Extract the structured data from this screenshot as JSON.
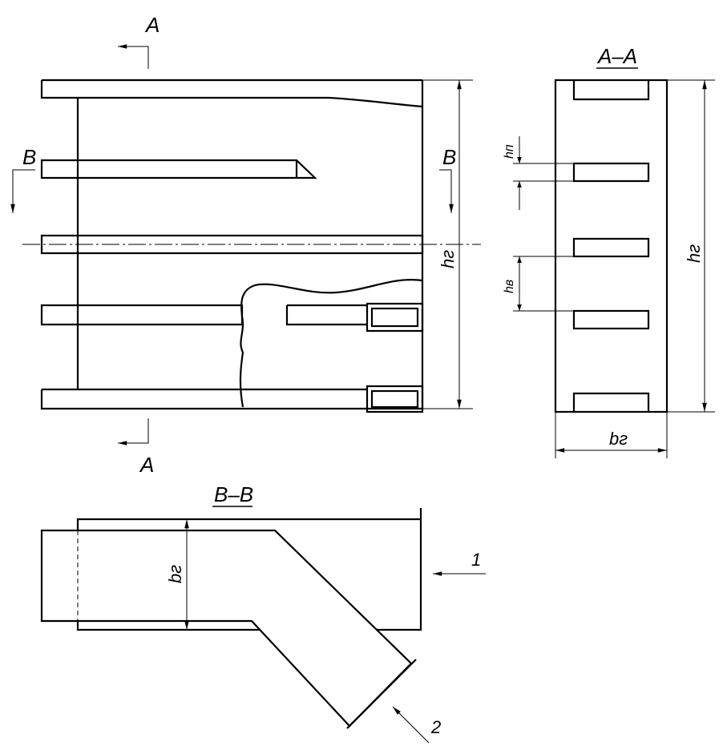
{
  "labels": {
    "section_a": "A",
    "section_b": "B",
    "title_a": "A–A",
    "title_b": "B–B",
    "h_g": "hг",
    "h_p": "hп",
    "h_v": "hв",
    "b_g": "bг",
    "flow_1": "1",
    "flow_2": "2"
  }
}
